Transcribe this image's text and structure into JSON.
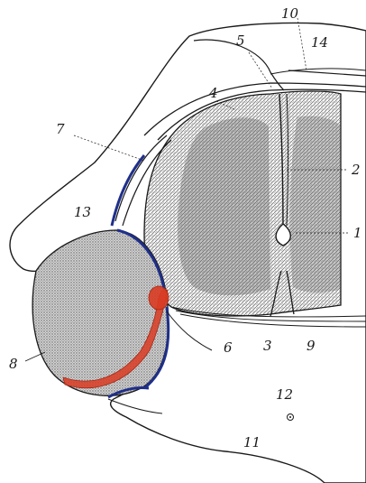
{
  "labels": {
    "l1": "1",
    "l2": "2",
    "l3": "3",
    "l4": "4",
    "l5": "5",
    "l6": "6",
    "l7": "7",
    "l8": "8",
    "l9": "9",
    "l10": "10",
    "l11": "11",
    "l12": "12",
    "l13": "13",
    "l14": "14"
  },
  "colors": {
    "ink": "#1a1a1a",
    "gray_matter": "#4a4a4a",
    "stipple": "#cfcfcf",
    "ganglion": "#bdbdbd",
    "blood_vessel": "#d93b22",
    "nerve_blue": "#1f2f8a",
    "paper": "#ffffff"
  }
}
